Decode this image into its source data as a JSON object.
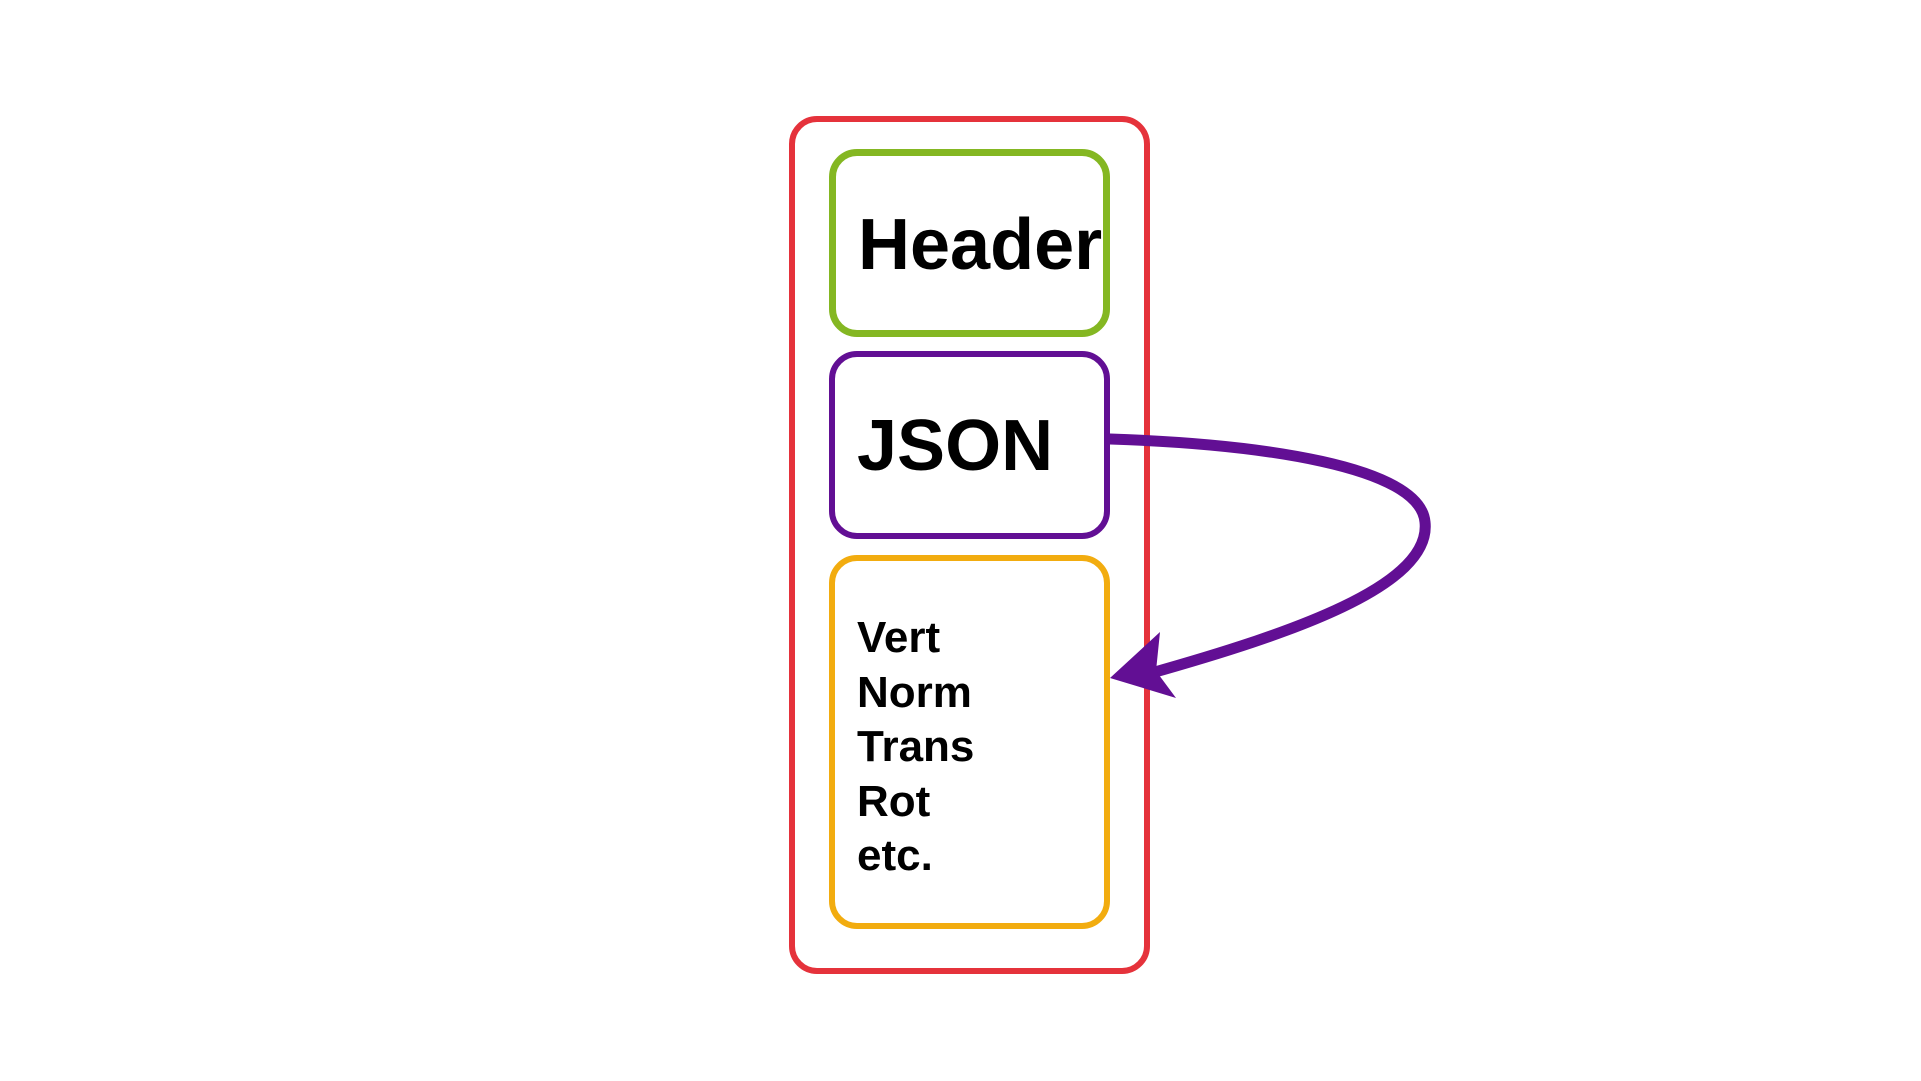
{
  "diagram": {
    "header_label": "Header",
    "json_label": "JSON",
    "list_items": [
      "Vert",
      "Norm",
      "Trans",
      "Rot",
      "etc."
    ]
  },
  "colors": {
    "outer_border": "#e5323b",
    "header_border": "#84b722",
    "json_border": "#620f94",
    "list_border": "#f2ac0f",
    "arrow": "#620f94"
  }
}
